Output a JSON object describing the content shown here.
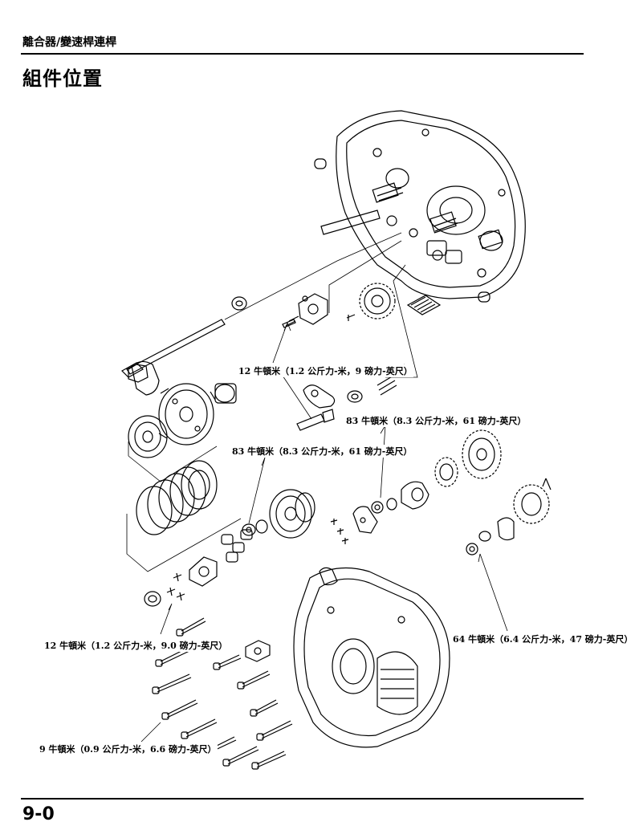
{
  "header": {
    "section": "離合器/變速桿連桿"
  },
  "page": {
    "title": "組件位置",
    "number": "9-0"
  },
  "torque_labels": [
    {
      "id": "t1",
      "text": "12 牛頓米（1.2 公斤力-米，9 磅力-英尺）"
    },
    {
      "id": "t2",
      "text": "83 牛頓米（8.3 公斤力-米，61 磅力-英尺）"
    },
    {
      "id": "t3",
      "text": "83 牛頓米（8.3 公斤力-米，61 磅力-英尺）"
    },
    {
      "id": "t4",
      "text": "12 牛頓米（1.2 公斤力-米，9.0 磅力-英尺）"
    },
    {
      "id": "t5",
      "text": "64 牛頓米（6.4 公斤力-米，47 磅力-英尺）"
    },
    {
      "id": "t6",
      "text": "9 牛頓米（0.9 公斤力-米，6.6 磅力-英尺）"
    }
  ]
}
